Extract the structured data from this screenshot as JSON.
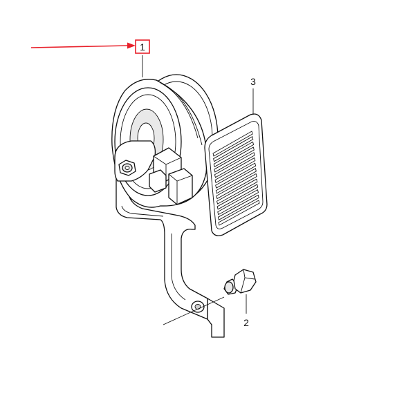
{
  "diagram": {
    "callouts": [
      {
        "id": "1",
        "label": "1",
        "boxed": true
      },
      {
        "id": "2",
        "label": "2",
        "boxed": false
      },
      {
        "id": "3",
        "label": "3",
        "boxed": false
      }
    ],
    "colors": {
      "pointer_arrow": "#e8202a",
      "highlight_box": "#e8202a",
      "line": "#111111",
      "background": "#ffffff"
    }
  }
}
